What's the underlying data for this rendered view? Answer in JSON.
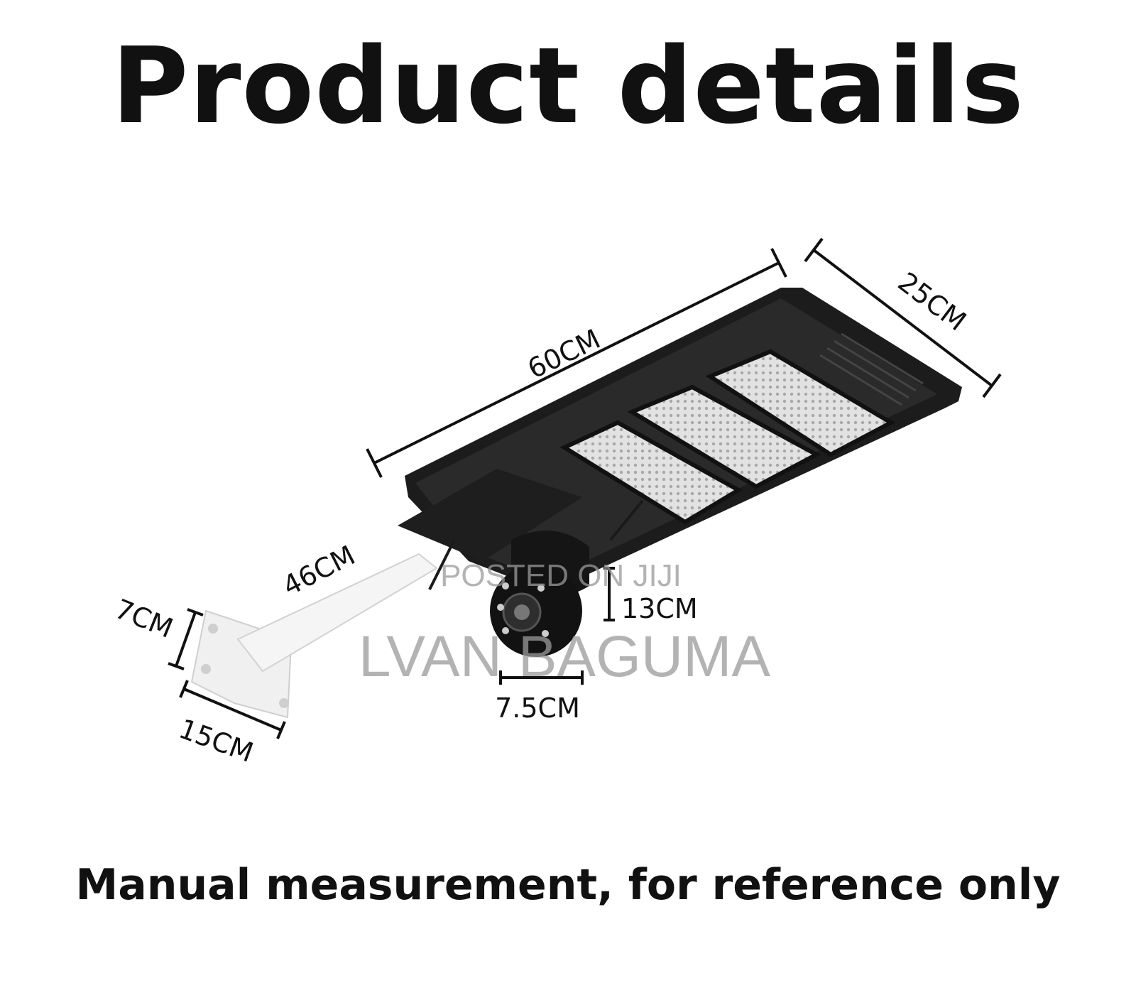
{
  "title": "Product details",
  "footer": "Manual measurement, for reference only",
  "dimensions": {
    "length": "60CM",
    "width": "25CM",
    "arm": "46CM",
    "bracket_height": "7CM",
    "bracket_width": "15CM",
    "camera_height": "13CM",
    "camera_width": "7.5CM"
  },
  "watermark": {
    "line1": "POSTED ON JIJI",
    "line2": "LVAN BAGUMA"
  },
  "colors": {
    "text": "#111111",
    "housing": "#1a1a1a",
    "led_panel": "#d9d9d9",
    "bracket": "#eeeeee",
    "watermark": "#9a9a9a"
  }
}
